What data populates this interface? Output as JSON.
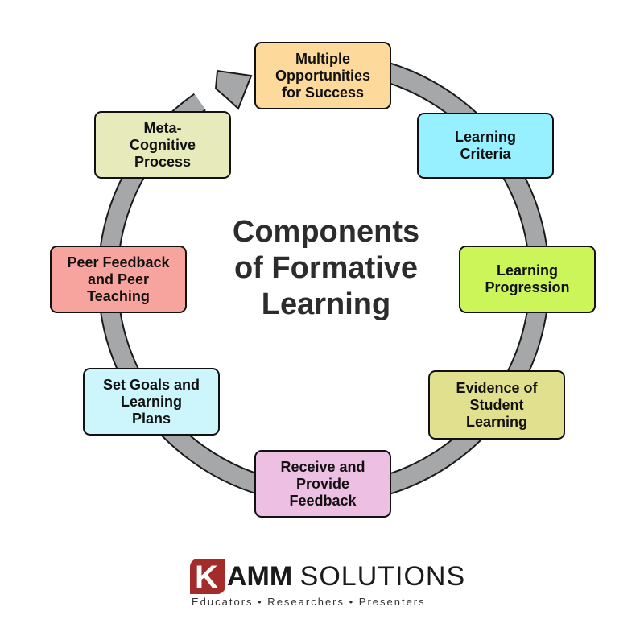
{
  "diagram": {
    "title": "Components\nof Formative\nLearning",
    "nodes": [
      {
        "id": "multiple-opportunities",
        "label": "Multiple\nOpportunities\nfor Success",
        "color": "#fdd99b"
      },
      {
        "id": "learning-criteria",
        "label": "Learning\nCriteria",
        "color": "#96f0ff"
      },
      {
        "id": "learning-progression",
        "label": "Learning\nProgression",
        "color": "#ccf55a"
      },
      {
        "id": "evidence-of-student-learning",
        "label": "Evidence of\nStudent\nLearning",
        "color": "#e1e08e"
      },
      {
        "id": "receive-provide-feedback",
        "label": "Receive and\nProvide\nFeedback",
        "color": "#ecbfe3"
      },
      {
        "id": "set-goals",
        "label": "Set Goals and\nLearning\nPlans",
        "color": "#ccf6fc"
      },
      {
        "id": "peer-feedback",
        "label": "Peer Feedback\nand Peer\nTeaching",
        "color": "#f7a39e"
      },
      {
        "id": "meta-cognitive",
        "label": "Meta-\nCognitive\nProcess",
        "color": "#e7ebbc"
      }
    ],
    "ring_color": "#a5a7a9"
  },
  "logo": {
    "mark_letter": "K",
    "word_bold": "AMM",
    "word_thin": "SOLUTIONS",
    "tagline": "Educators • Researchers • Presenters",
    "brand_color": "#a52a2a"
  }
}
